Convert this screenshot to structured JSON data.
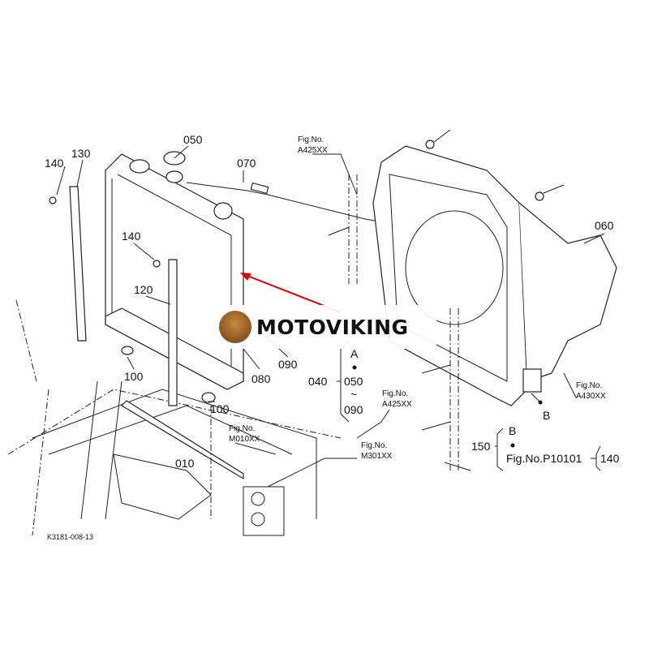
{
  "labels": {
    "p140a": "140",
    "p130": "130",
    "p050": "050",
    "p070": "070",
    "p060": "060",
    "p140b": "140",
    "p120": "120",
    "p100a": "100",
    "p080": "080",
    "p090": "090",
    "p100b": "100",
    "p010": "010",
    "groupA": "A",
    "p040": "040",
    "p050b": "050",
    "tilde": "~",
    "p090b": "090",
    "groupB1": "B",
    "p150": "150",
    "groupB2": "B",
    "figP": "Fig.No.P10101",
    "p140c": "140"
  },
  "fig_refs": [
    {
      "title": "Fig.No.",
      "code": "A425XX"
    },
    {
      "title": "Fig.No.",
      "code": "A425XX"
    },
    {
      "title": "Fig.No.",
      "code": "A430XX"
    },
    {
      "title": "Fig.No.",
      "code": "M010XX"
    },
    {
      "title": "Fig.No.",
      "code": "M301XX"
    }
  ],
  "drawing_code": "K3181-008-13",
  "watermark": "MOTOVIKING",
  "colors": {
    "arrow": "#e00000"
  }
}
